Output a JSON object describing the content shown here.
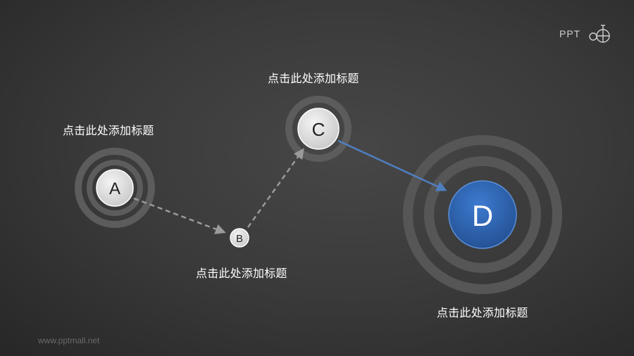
{
  "nodes": [
    {
      "id": "A",
      "label": "A",
      "caption": "点击此处添加标题"
    },
    {
      "id": "B",
      "label": "B",
      "caption": "点击此处添加标题"
    },
    {
      "id": "C",
      "label": "C",
      "caption": "点击此处添加标题"
    },
    {
      "id": "D",
      "label": "D",
      "caption": "点击此处添加标题"
    }
  ],
  "edges": [
    {
      "from": "A",
      "to": "B",
      "style": "dashed"
    },
    {
      "from": "B",
      "to": "C",
      "style": "dashed"
    },
    {
      "from": "C",
      "to": "D",
      "style": "solid"
    }
  ],
  "colors": {
    "ring": "#5c5c5c",
    "node_fill": "#dedede",
    "highlight": "#2f68b5",
    "dashed_edge": "#9a9a9a",
    "solid_edge": "#4f7fbf"
  },
  "logo": {
    "text": "PPT",
    "icon": "stopwatch-icon"
  },
  "watermark": "www.pptmall.net"
}
